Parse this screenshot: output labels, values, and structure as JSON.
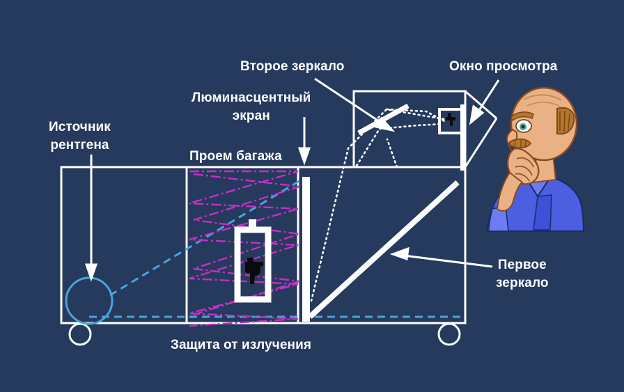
{
  "diagram": {
    "title_present": false,
    "background_color": "#253a5c",
    "labels": {
      "source": "Источник\nрентгена",
      "source_line1": "Источник",
      "source_line2": "рентгена",
      "fluorescent_screen_line1": "Люминасцентный",
      "fluorescent_screen_line2": "экран",
      "second_mirror": "Второе зеркало",
      "baggage_opening": "Проем багажа",
      "viewing_window": "Окно просмотра",
      "first_mirror_line1": "Первое",
      "first_mirror_line2": "зеркало",
      "radiation_shield": "Защита от излучения"
    },
    "colors": {
      "background": "#253a5c",
      "outline": "#ffffff",
      "xray_beam": "#4aa3dd",
      "scatter_beam": "#c62fc6",
      "light_path": "#ffffff",
      "gun": "#000000",
      "skin": "#e9b184",
      "shirt": "#4b5fe0",
      "hair": "#b5762e"
    },
    "elements": {
      "xray_source": "circle-source",
      "baggage_item": "suitcase-with-gun",
      "monitor_image": "gun-silhouette",
      "operator": "cartoon-operator-thinking",
      "wheels": 2
    }
  }
}
